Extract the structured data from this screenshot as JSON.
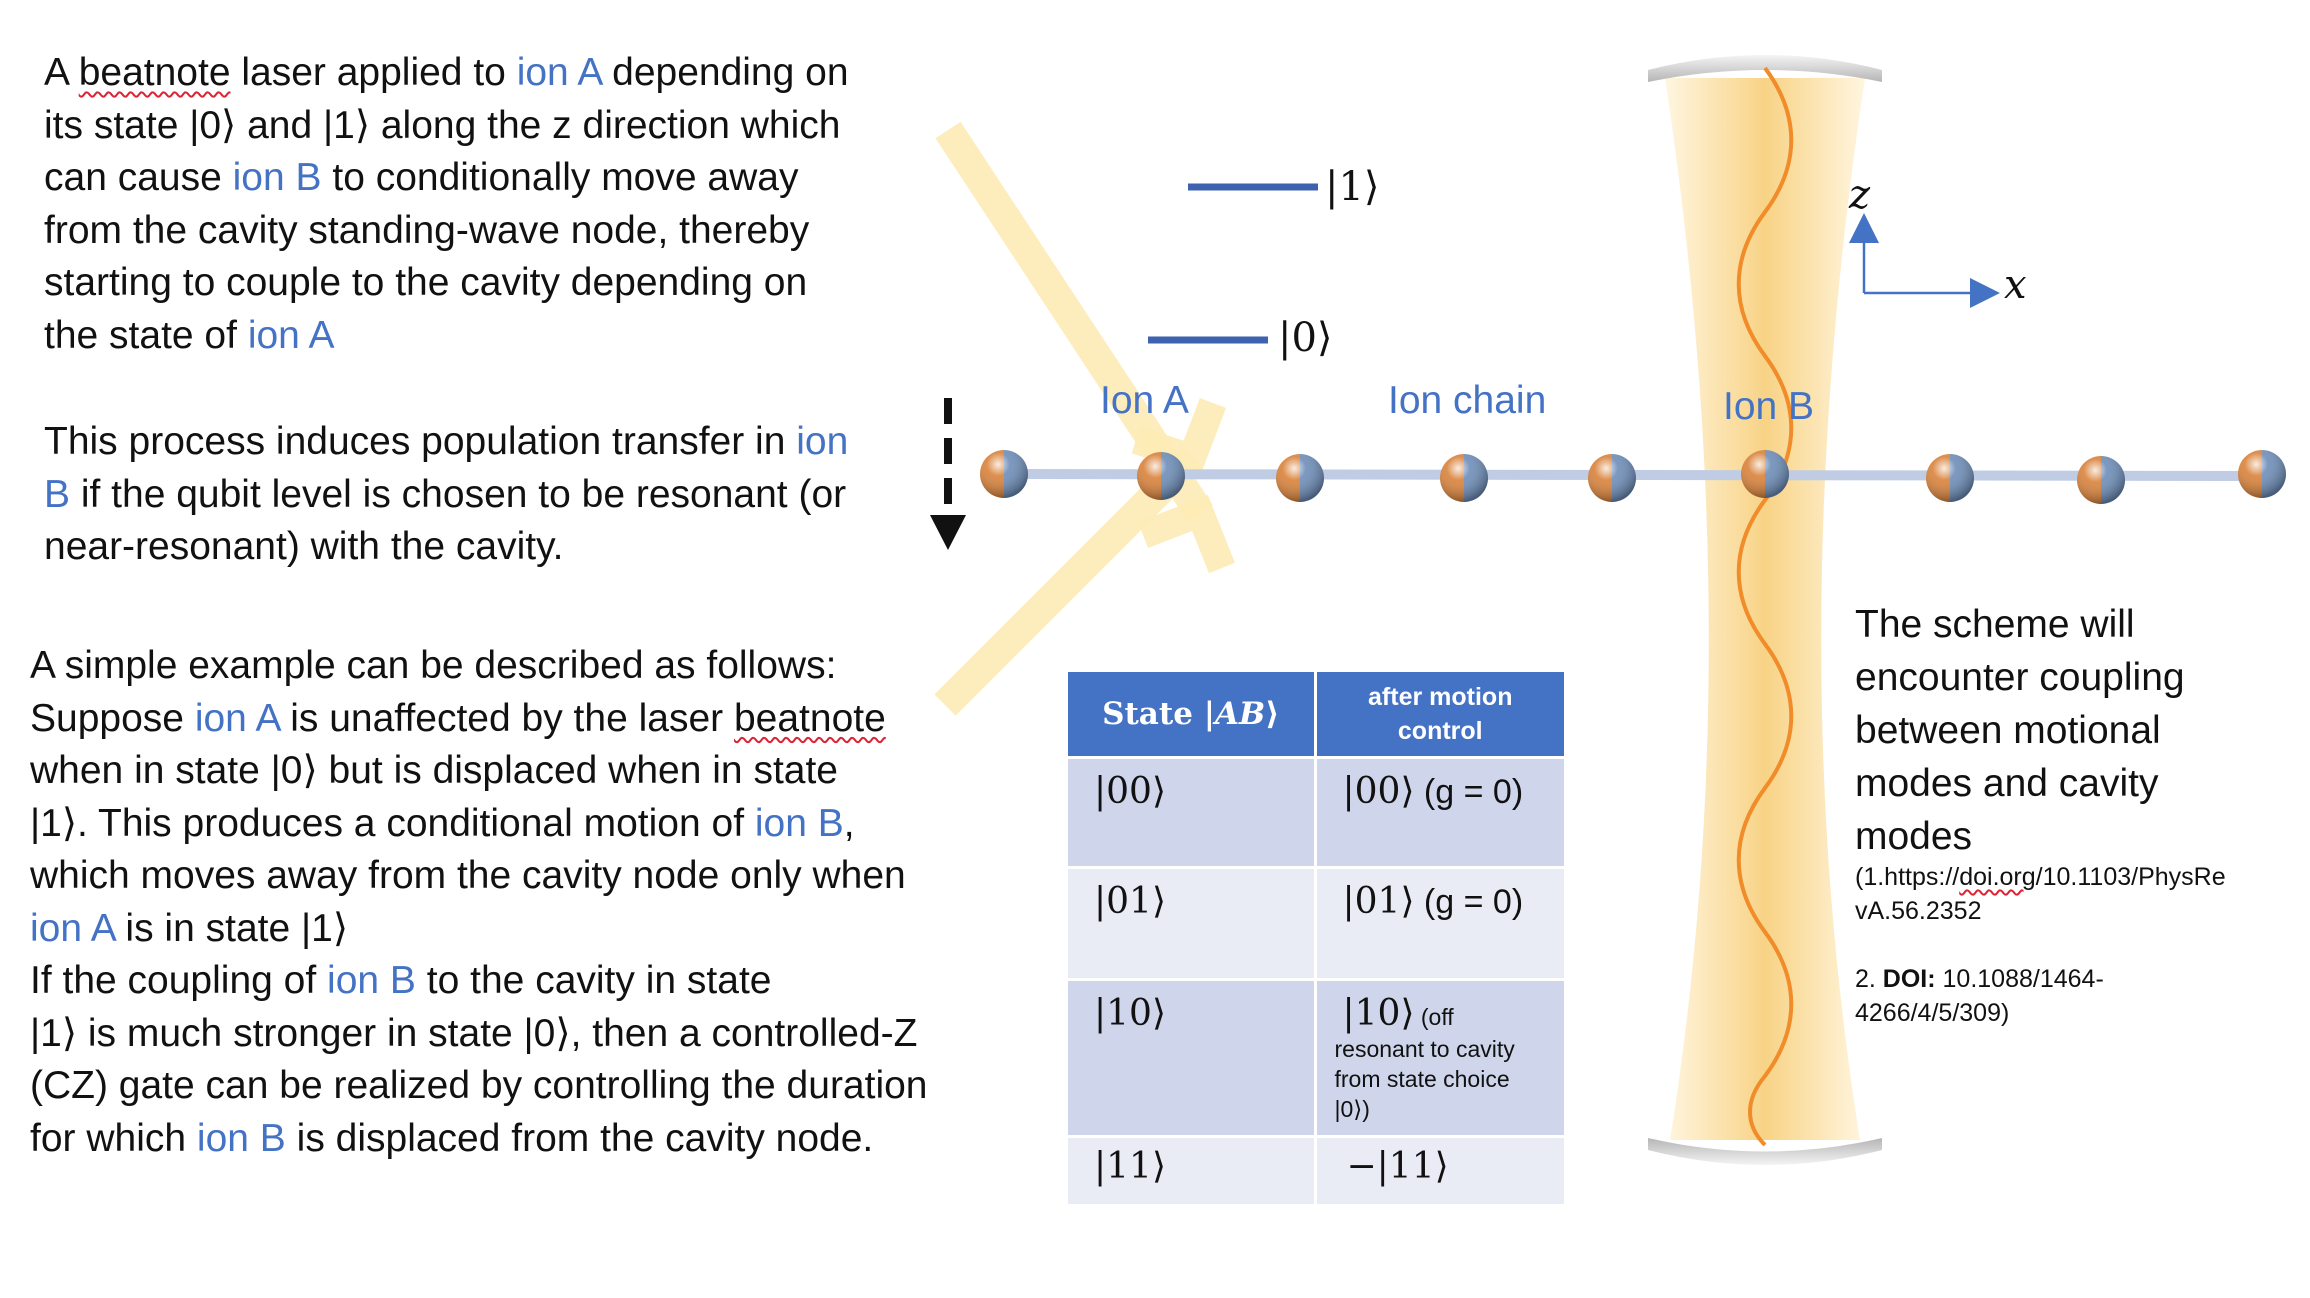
{
  "text_block_1": {
    "lines": [
      [
        {
          "t": "A "
        },
        {
          "t": "beatnote",
          "wavy": true
        },
        {
          "t": " laser applied to "
        },
        {
          "t": "ion A",
          "hl": true
        },
        {
          "t": " depending on"
        }
      ],
      [
        {
          "t": "its state |0⟩ and |1⟩ along the z direction which"
        }
      ],
      [
        {
          "t": "can cause "
        },
        {
          "t": "ion B",
          "hl": true
        },
        {
          "t": " to conditionally move away"
        }
      ],
      [
        {
          "t": "from the cavity standing-wave node, thereby"
        }
      ],
      [
        {
          "t": "starting to couple to the cavity depending on"
        }
      ],
      [
        {
          "t": "the state of "
        },
        {
          "t": "ion A",
          "hl": true
        }
      ]
    ]
  },
  "text_block_2": {
    "lines": [
      [
        {
          "t": "This process induces population transfer in "
        },
        {
          "t": "ion",
          "hl": true
        }
      ],
      [
        {
          "t": "B",
          "hl": true
        },
        {
          "t": " if the qubit level is chosen to be resonant (or"
        }
      ],
      [
        {
          "t": "near-resonant) with the cavity."
        }
      ]
    ]
  },
  "text_block_3": {
    "lines": [
      [
        {
          "t": "A simple example can be described as follows:"
        }
      ],
      [
        {
          "t": "Suppose "
        },
        {
          "t": "ion A",
          "hl": true
        },
        {
          "t": " is unaffected by the laser "
        },
        {
          "t": "beatnote",
          "wavy": true
        }
      ],
      [
        {
          "t": "when in state |0⟩ but is displaced when in state"
        }
      ],
      [
        {
          "t": "|1⟩. This produces a conditional motion of "
        },
        {
          "t": "ion B",
          "hl": true
        },
        {
          "t": ","
        }
      ],
      [
        {
          "t": "which moves away from the cavity node only when"
        }
      ],
      [
        {
          "t": "ion A",
          "hl": true
        },
        {
          "t": " is in state |1⟩"
        }
      ],
      [
        {
          "t": "If the coupling of "
        },
        {
          "t": "ion B",
          "hl": true
        },
        {
          "t": " to the cavity in state"
        }
      ],
      [
        {
          "t": "|1⟩ is much stronger in state |0⟩, then a controlled-Z"
        }
      ],
      [
        {
          "t": "(CZ) gate can be realized by controlling the duration"
        }
      ],
      [
        {
          "t": "for which "
        },
        {
          "t": "ion B",
          "hl": true
        },
        {
          "t": " is displaced from the cavity node."
        }
      ]
    ]
  },
  "levels": {
    "upper": "|1⟩",
    "lower": "|0⟩"
  },
  "labels": {
    "ion_a": "Ion A",
    "ion_chain": "Ion chain",
    "ion_b": "Ion B"
  },
  "axes": {
    "z": "z",
    "x": "x"
  },
  "scheme_text": [
    "The scheme will",
    "encounter coupling",
    "between motional",
    "modes and cavity",
    "modes"
  ],
  "refs": {
    "ref1_line1_pre": "(1.https://",
    "ref1_line1_wavy": "doi.org",
    "ref1_line1_post": "/10.1103/PhysRe",
    "ref1_line2": "vA.56.2352",
    "ref2_prefix": "2. ",
    "ref2_bold": "DOI:",
    "ref2_line1_rest": " 10.1088/1464-",
    "ref2_line2": "4266/4/5/309)"
  },
  "table": {
    "header_state_pre": "State |",
    "header_state_var": "AB",
    "header_state_post": "⟩",
    "header_after_1": "after motion",
    "header_after_2": "control",
    "rows": [
      {
        "state": "|00⟩",
        "result": "|00⟩",
        "suffix": " (g = 0)"
      },
      {
        "state": "|01⟩",
        "result": "|01⟩",
        "suffix": " (g = 0)"
      },
      {
        "state": "|10⟩",
        "result": "|10⟩",
        "note_inline": " (off",
        "note_lines": [
          "resonant to cavity",
          "from state choice",
          "|0⟩)"
        ]
      },
      {
        "state": "|11⟩",
        "result": "−|11⟩"
      }
    ]
  },
  "colors": {
    "accent_blue": "#4472c4",
    "beam_yellow": "#fdebb5",
    "cavity_orange": "#f08c2a",
    "level_blue": "#3e62b0"
  }
}
